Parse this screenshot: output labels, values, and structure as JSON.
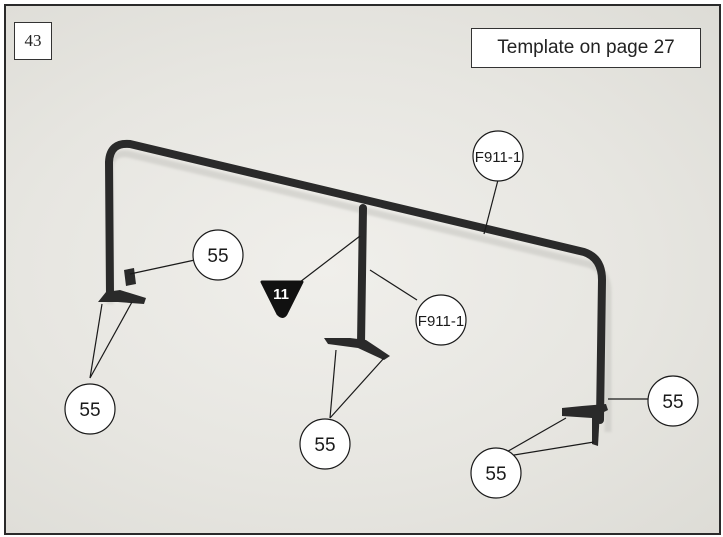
{
  "step": {
    "number": "43"
  },
  "template_note": "Template on page 27",
  "part_marker": {
    "label": "11",
    "color": "#111111"
  },
  "callouts": [
    {
      "label": "55"
    },
    {
      "label": "55"
    },
    {
      "label": "55"
    },
    {
      "label": "55"
    },
    {
      "label": "55"
    },
    {
      "label": "F911-1"
    },
    {
      "label": "F911-1"
    }
  ],
  "colors": {
    "frame_part": "#2a2a2a",
    "background": "#e9e8e3",
    "leader_lines": "#1a1a1a"
  }
}
